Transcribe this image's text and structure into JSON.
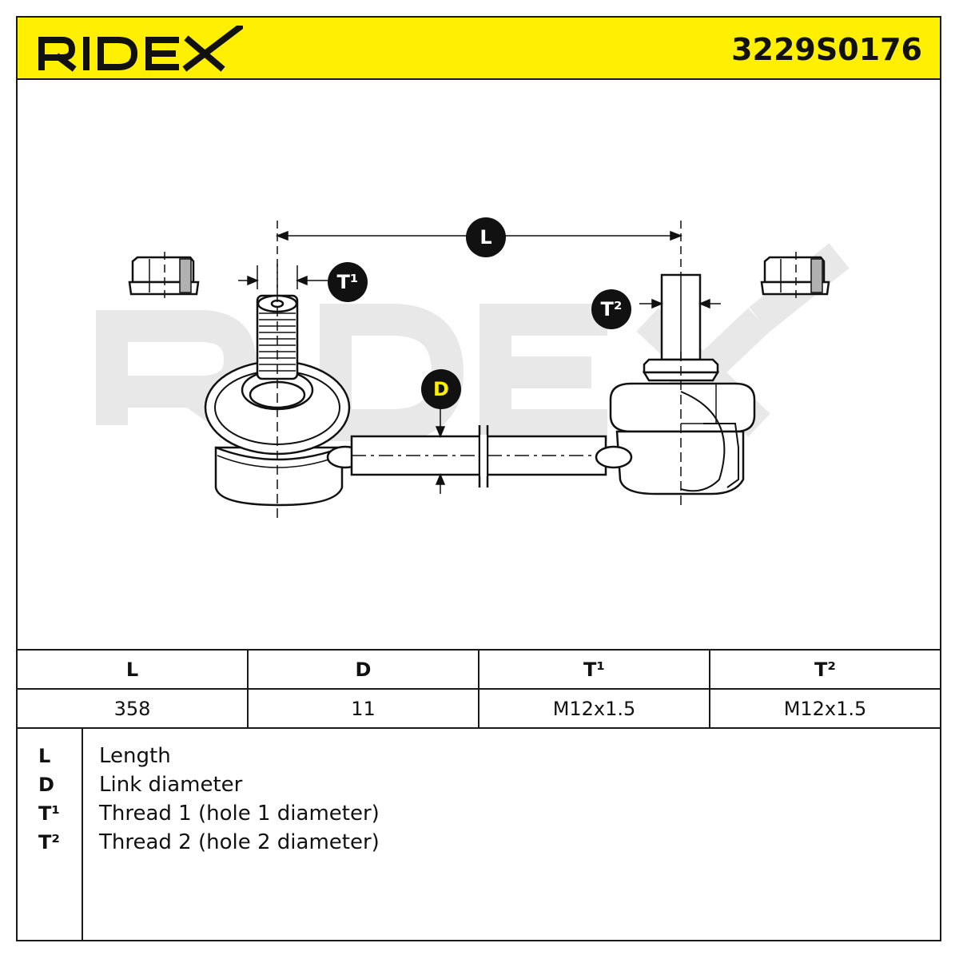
{
  "header": {
    "brand": "RIDEX",
    "part_number": "3229S0176"
  },
  "diagram": {
    "labels": {
      "L": "L",
      "D": "D",
      "T1": "T¹",
      "T2": "T²"
    },
    "watermark": "RIDEX"
  },
  "spec_table": {
    "headers": [
      "L",
      "D",
      "T¹",
      "T²"
    ],
    "values": [
      "358",
      "11",
      "M12x1.5",
      "M12x1.5"
    ]
  },
  "legend": [
    {
      "key": "L",
      "text": "Length"
    },
    {
      "key": "D",
      "text": "Link diameter"
    },
    {
      "key": "T¹",
      "text": "Thread 1 (hole 1 diameter)"
    },
    {
      "key": "T²",
      "text": "Thread 2 (hole 2 diameter)"
    }
  ],
  "colors": {
    "brand_yellow": "#ffef00",
    "ink": "#111111",
    "watermark": "#e6e6e6"
  }
}
